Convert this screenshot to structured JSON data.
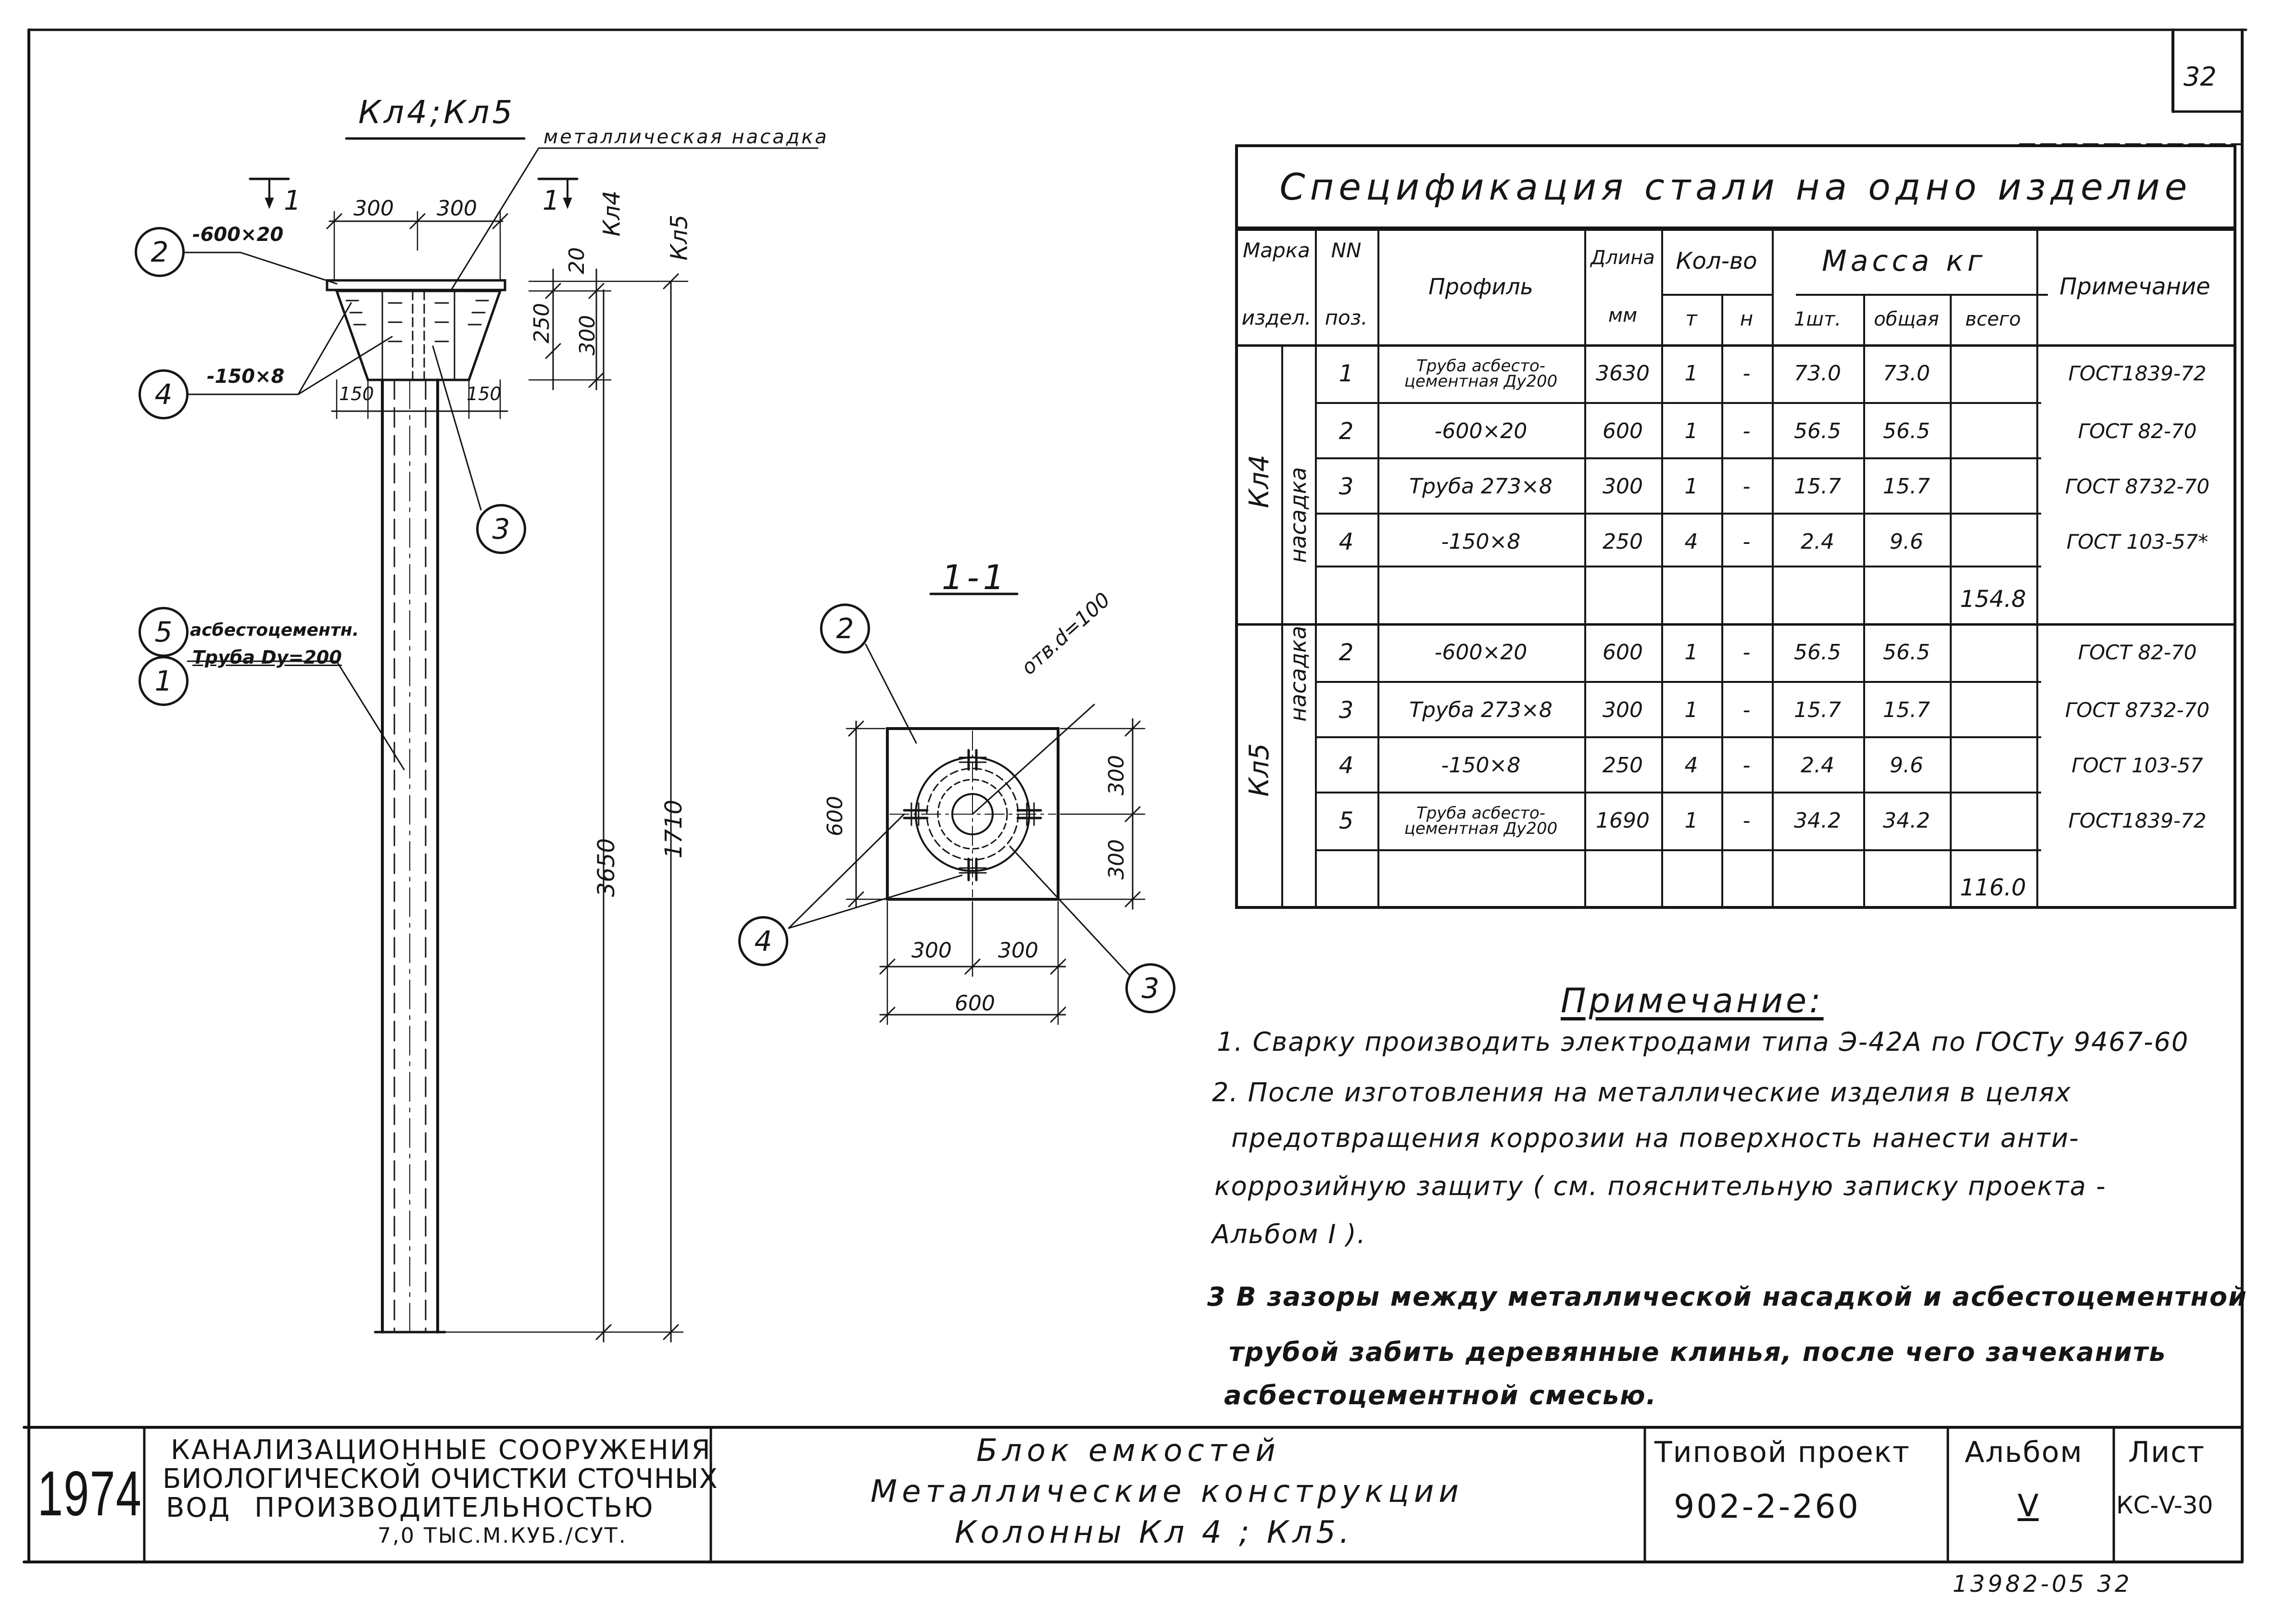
{
  "sheet_corner": "32",
  "elevation": {
    "title": "Кл4;Кл5",
    "cap_label": "металлическая насадка",
    "section_mark": "1",
    "dims": {
      "top_left": "300",
      "top_right": "300",
      "plate_thk": "20",
      "rib_h": "250",
      "cap_h": "300",
      "rib_left": "150",
      "rib_right": "150",
      "total_kl4": "3650",
      "total_kl5": "1710",
      "label_kl4": "Кл4",
      "label_kl5": "Кл5"
    },
    "callouts": [
      {
        "id": "2",
        "text": "-600×20"
      },
      {
        "id": "4",
        "text": "-150×8"
      },
      {
        "id": "3",
        "text": ""
      },
      {
        "id": "5",
        "text": "асбестоцементн."
      },
      {
        "id": "1",
        "text": "Труба Dу=200"
      }
    ]
  },
  "section": {
    "title": "1-1",
    "hole_label": "отв.d=100",
    "dims": {
      "h600": "600",
      "h300a": "300",
      "h300b": "300",
      "w300a": "300",
      "w300b": "300",
      "w600": "600"
    },
    "callouts": [
      "2",
      "4",
      "3"
    ]
  },
  "spec_table": {
    "title": "Спецификация стали на одно изделие",
    "headers": {
      "mark_top": "Марка",
      "mark_bottom": "издел.",
      "pos_top": "NN",
      "pos_bottom": "поз.",
      "profile": "Профиль",
      "length_top": "Длина",
      "length_bottom": "мм",
      "qty": "Кол-во",
      "qty_t": "т",
      "qty_n": "н",
      "mass": "Масса кг",
      "mass_one": "1шт.",
      "mass_total": "общая",
      "mass_all": "всего",
      "note": "Примечание"
    },
    "groups": [
      {
        "mark": "Кл4",
        "sub": "насадка",
        "total": "154.8"
      },
      {
        "mark": "Кл5",
        "sub": "насадка",
        "total": "116.0"
      }
    ],
    "rows": [
      {
        "pos": "1",
        "profile": "Труба асбесто-цементная Ду200",
        "length": "3630",
        "t": "1",
        "n": "-",
        "one": "73.0",
        "total": "73.0",
        "note": "ГОСТ1839-72"
      },
      {
        "pos": "2",
        "profile": "-600×20",
        "length": "600",
        "t": "1",
        "n": "-",
        "one": "56.5",
        "total": "56.5",
        "note": "ГОСТ 82-70"
      },
      {
        "pos": "3",
        "profile": "Труба 273×8",
        "length": "300",
        "t": "1",
        "n": "-",
        "one": "15.7",
        "total": "15.7",
        "note": "ГОСТ 8732-70"
      },
      {
        "pos": "4",
        "profile": "-150×8",
        "length": "250",
        "t": "4",
        "n": "-",
        "one": "2.4",
        "total": "9.6",
        "note": "ГОСТ 103-57*"
      },
      {
        "pos": "2",
        "profile": "-600×20",
        "length": "600",
        "t": "1",
        "n": "-",
        "one": "56.5",
        "total": "56.5",
        "note": "ГОСТ 82-70"
      },
      {
        "pos": "3",
        "profile": "Труба 273×8",
        "length": "300",
        "t": "1",
        "n": "-",
        "one": "15.7",
        "total": "15.7",
        "note": "ГОСТ 8732-70"
      },
      {
        "pos": "4",
        "profile": "-150×8",
        "length": "250",
        "t": "4",
        "n": "-",
        "one": "2.4",
        "total": "9.6",
        "note": "ГОСТ 103-57"
      },
      {
        "pos": "5",
        "profile": "Труба асбесто-цементная Ду200",
        "length": "1690",
        "t": "1",
        "n": "-",
        "one": "34.2",
        "total": "34.2",
        "note": "ГОСТ1839-72"
      }
    ]
  },
  "notes": {
    "title": "Примечание:",
    "lines": [
      "1. Сварку производить электродами типа Э-42А по ГОСТу 9467-60",
      "2. После изготовления на металлические изделия в целях",
      "предотвращения коррозии на поверхность нанести анти-",
      "коррозийную защиту ( см. пояснительную записку проекта -",
      "Альбом I ).",
      "3 В зазоры между металлической насадкой и асбестоцементной",
      "трубой забить деревянные клинья, после чего зачеканить",
      "асбестоцементной смесью."
    ]
  },
  "title_block": {
    "year": "1974",
    "org_lines": [
      "КАНАЛИЗАЦИОННЫЕ СООРУЖЕНИЯ",
      "БИОЛОГИЧЕСКОЙ ОЧИСТКИ СТОЧНЫХ",
      "ВОД ПРОИЗВОДИТЕЛЬНОСТЬЮ",
      "7,0 ТЫС.М.КУБ./СУТ."
    ],
    "title_lines": [
      "Блок емкостей",
      "Металлические конструкции",
      "Колонны Кл 4 ; Кл5."
    ],
    "project_label": "Типовой проект",
    "project_no": "902-2-260",
    "album_label": "Альбом",
    "album_no": "V",
    "sheet_label": "Лист",
    "sheet_no": "КС-V-30"
  },
  "footer": "13982-05 32"
}
